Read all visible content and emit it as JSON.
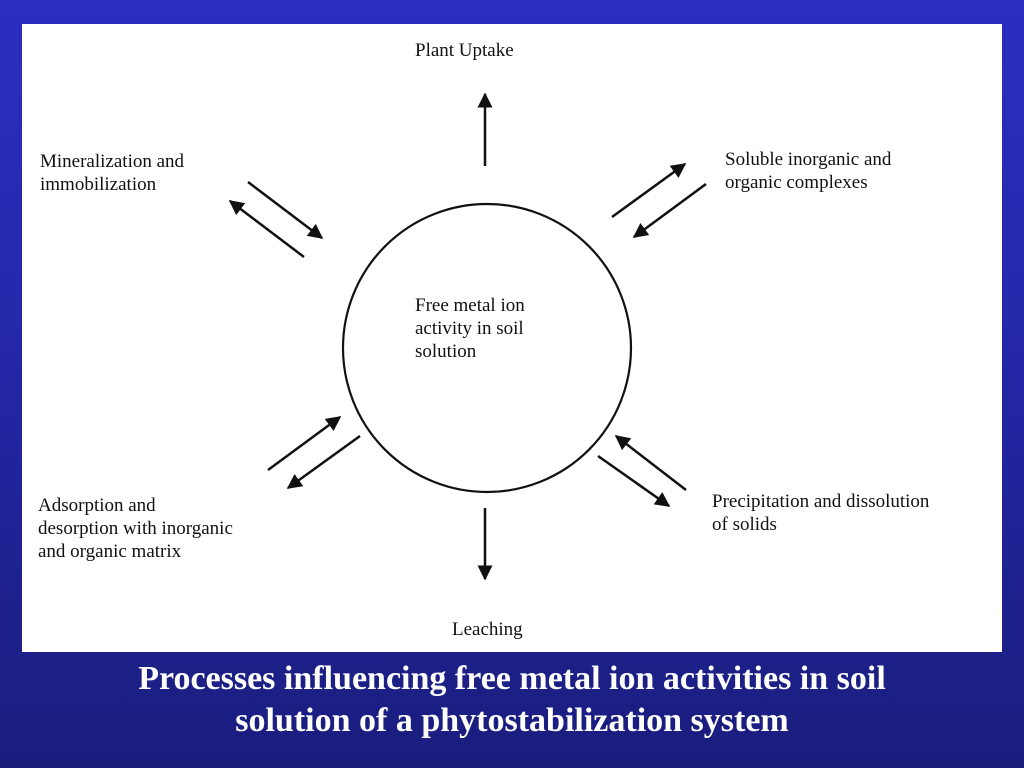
{
  "diagram": {
    "center": {
      "lines": [
        "Free metal ion",
        "activity in soil",
        "solution"
      ]
    },
    "processes": {
      "plant_uptake": {
        "lines": [
          "Plant Uptake"
        ]
      },
      "mineralization": {
        "lines": [
          "Mineralization and",
          "immobilization"
        ]
      },
      "soluble_complexes": {
        "lines": [
          "Soluble inorganic and",
          "organic complexes"
        ]
      },
      "adsorption": {
        "lines": [
          "Adsorption and",
          "desorption with inorganic",
          "and organic matrix"
        ]
      },
      "precipitation": {
        "lines": [
          "Precipitation and dissolution",
          "of solids"
        ]
      },
      "leaching": {
        "lines": [
          "Leaching"
        ]
      }
    },
    "colors": {
      "background": "#2327a8",
      "panel": "#ffffff",
      "ink": "#111111",
      "caption_text": "#ffffff"
    }
  },
  "caption": {
    "lines": [
      "Processes influencing free metal ion activities in soil",
      "solution of a phytostabilization system"
    ]
  }
}
